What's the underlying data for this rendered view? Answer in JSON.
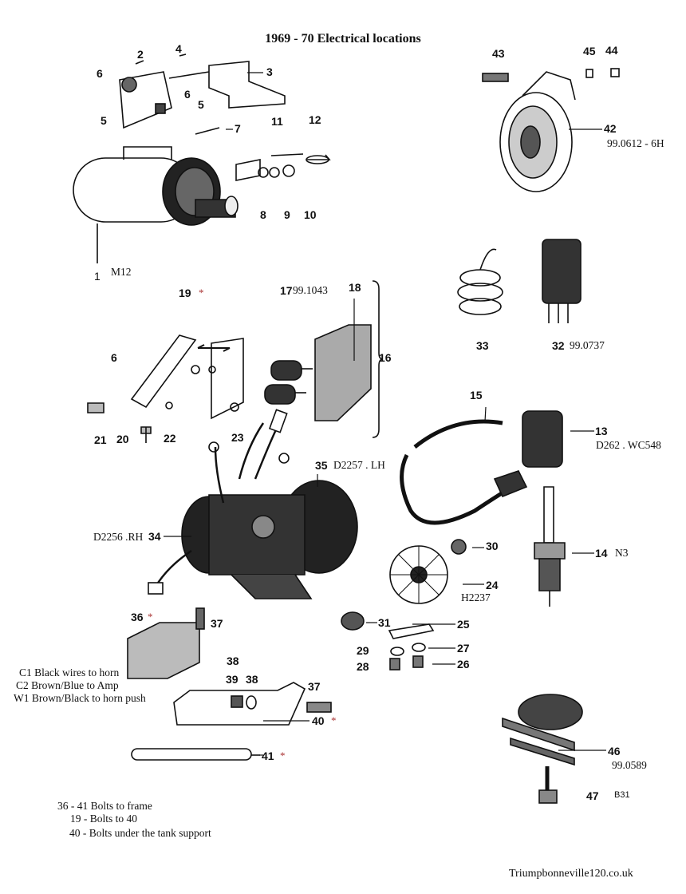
{
  "title": "1969 - 70 Electrical locations",
  "site": "Triumpbonneville120.co.uk",
  "marker": "*",
  "callouts": {
    "n1": "1",
    "n2": "2",
    "n3": "3",
    "n4": "4",
    "n5a": "5",
    "n5b": "5",
    "n6a": "6",
    "n6b": "6",
    "n6c": "6",
    "n7": "7",
    "n8": "8",
    "n9": "9",
    "n10": "10",
    "n11": "11",
    "n12": "12",
    "n13": "13",
    "n14": "14",
    "n15": "15",
    "n16": "16",
    "n17": "17",
    "n18": "18",
    "n19": "19",
    "n20": "20",
    "n21": "21",
    "n22": "22",
    "n23": "23",
    "n24": "24",
    "n25": "25",
    "n26": "26",
    "n27": "27",
    "n28": "28",
    "n29": "29",
    "n30": "30",
    "n31": "31",
    "n32": "32",
    "n33": "33",
    "n34": "34",
    "n35": "35",
    "n36": "36",
    "n37a": "37",
    "n37b": "37",
    "n38a": "38",
    "n38b": "38",
    "n39": "39",
    "n40": "40",
    "n41": "41",
    "n42": "42",
    "n43": "43",
    "n44": "44",
    "n45": "45",
    "n46": "46",
    "n47": "47"
  },
  "part_codes": {
    "c1": "M12",
    "c17": "99.1043",
    "c35": "D2257 . LH",
    "c34": "D2256 .RH",
    "c13": "D262 . WC548",
    "c14": "N3",
    "c24": "H2237",
    "c42": "99.0612 - 6H",
    "c32": "99.0737",
    "c46": "99.0589",
    "b31": "B31"
  },
  "wire_notes": [
    "C1 Black wires to horn",
    "C2  Brown/Blue to Amp",
    "W1  Brown/Black to horn push"
  ],
  "fitting_notes": [
    "36 - 41 Bolts to frame",
    "19 - Bolts to  40",
    "40 - Bolts under the tank support"
  ]
}
